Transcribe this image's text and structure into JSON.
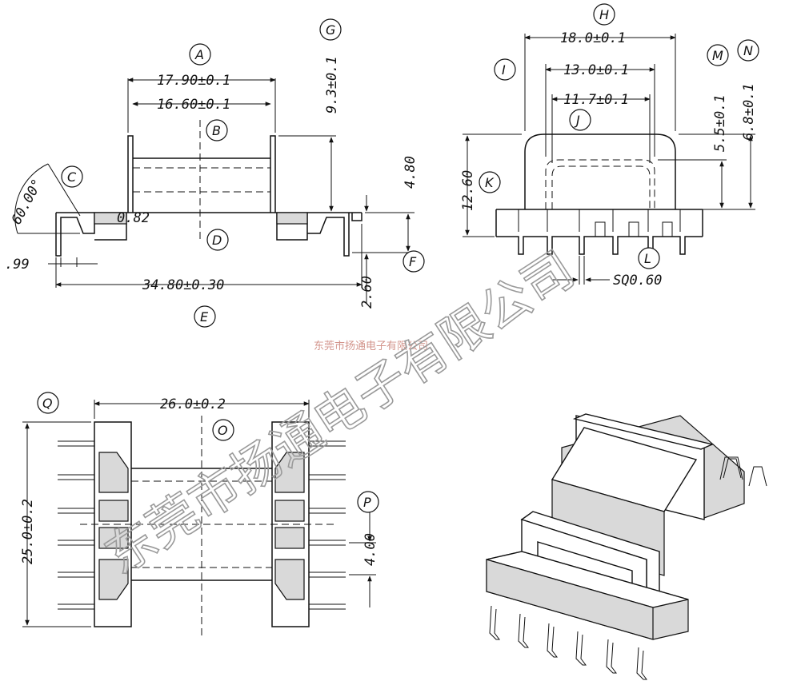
{
  "labels": {
    "A": "A",
    "B": "B",
    "C": "C",
    "D": "D",
    "E": "E",
    "F": "F",
    "G": "G",
    "H": "H",
    "I": "I",
    "J": "J",
    "K": "K",
    "L": "L",
    "M": "M",
    "N": "N",
    "O": "O",
    "P": "P",
    "Q": "Q"
  },
  "dimensions": {
    "front_outer_width": "17.90±0.1",
    "front_inner_width": "16.60±0.1",
    "front_flange_height": "9.3±0.1",
    "front_angle": "60.00°",
    "front_small": "0.82",
    "front_left_small": ".99",
    "front_base_width": "34.80±0.30",
    "front_height_right": "4.80",
    "front_pin_length": "2.60",
    "side_width_outer": "18.0±0.1",
    "side_width_mid": "13.0±0.1",
    "side_width_inner": "11.7±0.1",
    "side_height_m": "5.5±0.1",
    "side_height_n": "6.8±0.1",
    "side_height_k": "12.60",
    "side_pin": "SQ0.60",
    "top_width": "26.0±0.2",
    "top_height": "25.0±0.2",
    "top_pitch": "4.00"
  },
  "watermark": {
    "large": "东莞市扬通电子有限公司",
    "small": "东莞市扬通电子有限公司"
  }
}
